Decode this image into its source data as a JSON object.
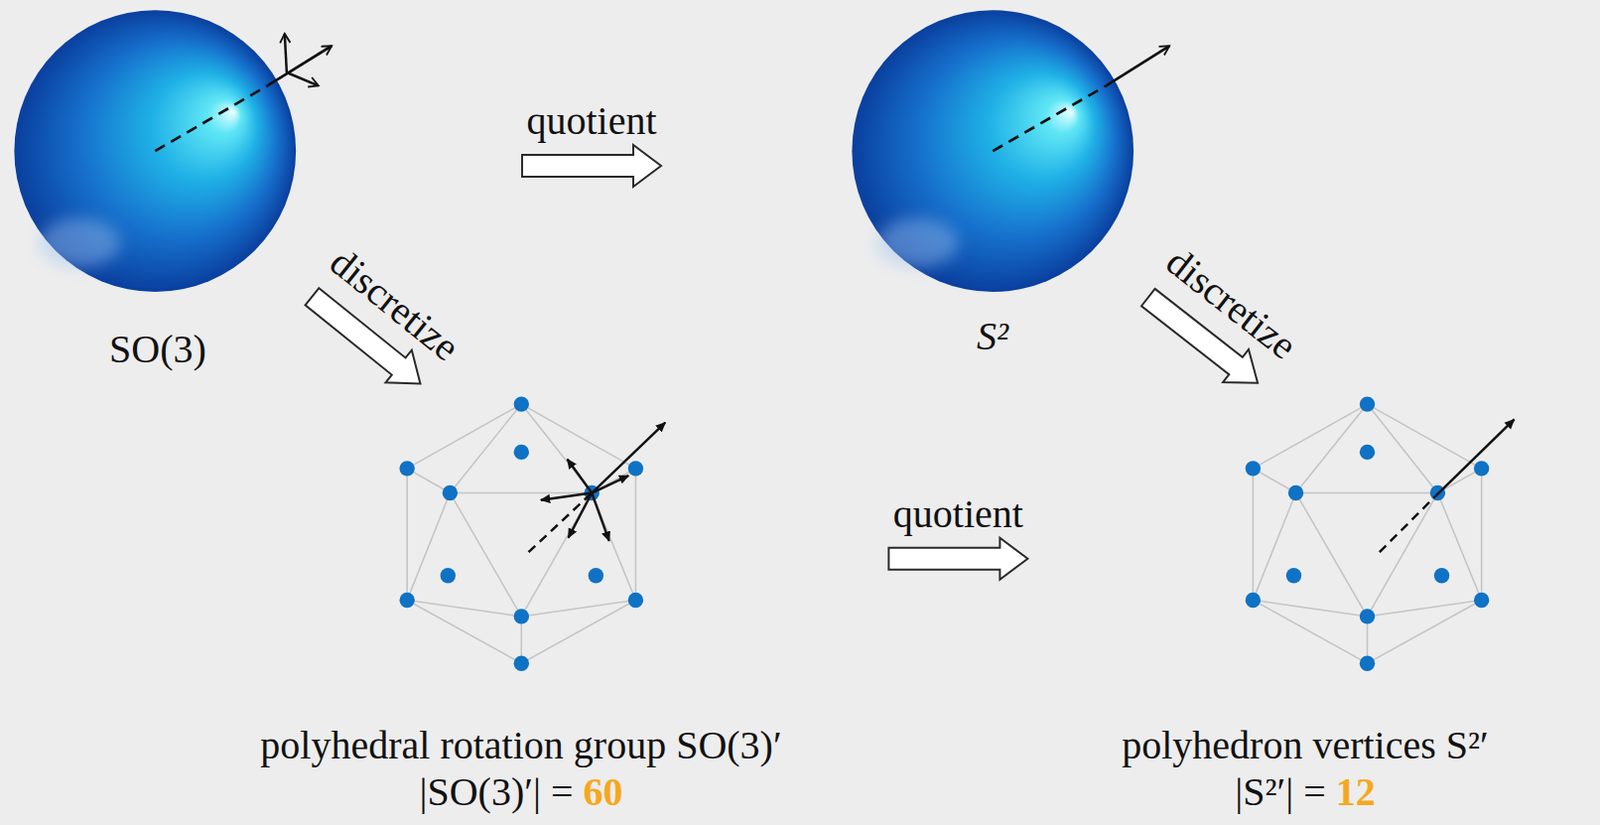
{
  "diagram": {
    "nodes": [
      {
        "text": [
          "SO(3)"
        ]
      },
      {
        "text": [
          "S²"
        ]
      },
      {
        "text": [
          "polyhedral rotation group SO(3)′",
          "|SO(3)′| =",
          "60"
        ]
      },
      {
        "text": [
          "polyhedron vertices S²′",
          "|S²′| =",
          "12"
        ]
      }
    ],
    "edges": [
      {
        "from": 0,
        "to": 1,
        "arrow": "to",
        "label": "quotient"
      },
      {
        "from": 0,
        "to": 2,
        "arrow": "to",
        "label": "discretize"
      },
      {
        "from": 1,
        "to": 3,
        "arrow": "to",
        "label": "discretize"
      },
      {
        "from": 2,
        "to": 3,
        "arrow": "to",
        "label": "quotient"
      }
    ]
  }
}
